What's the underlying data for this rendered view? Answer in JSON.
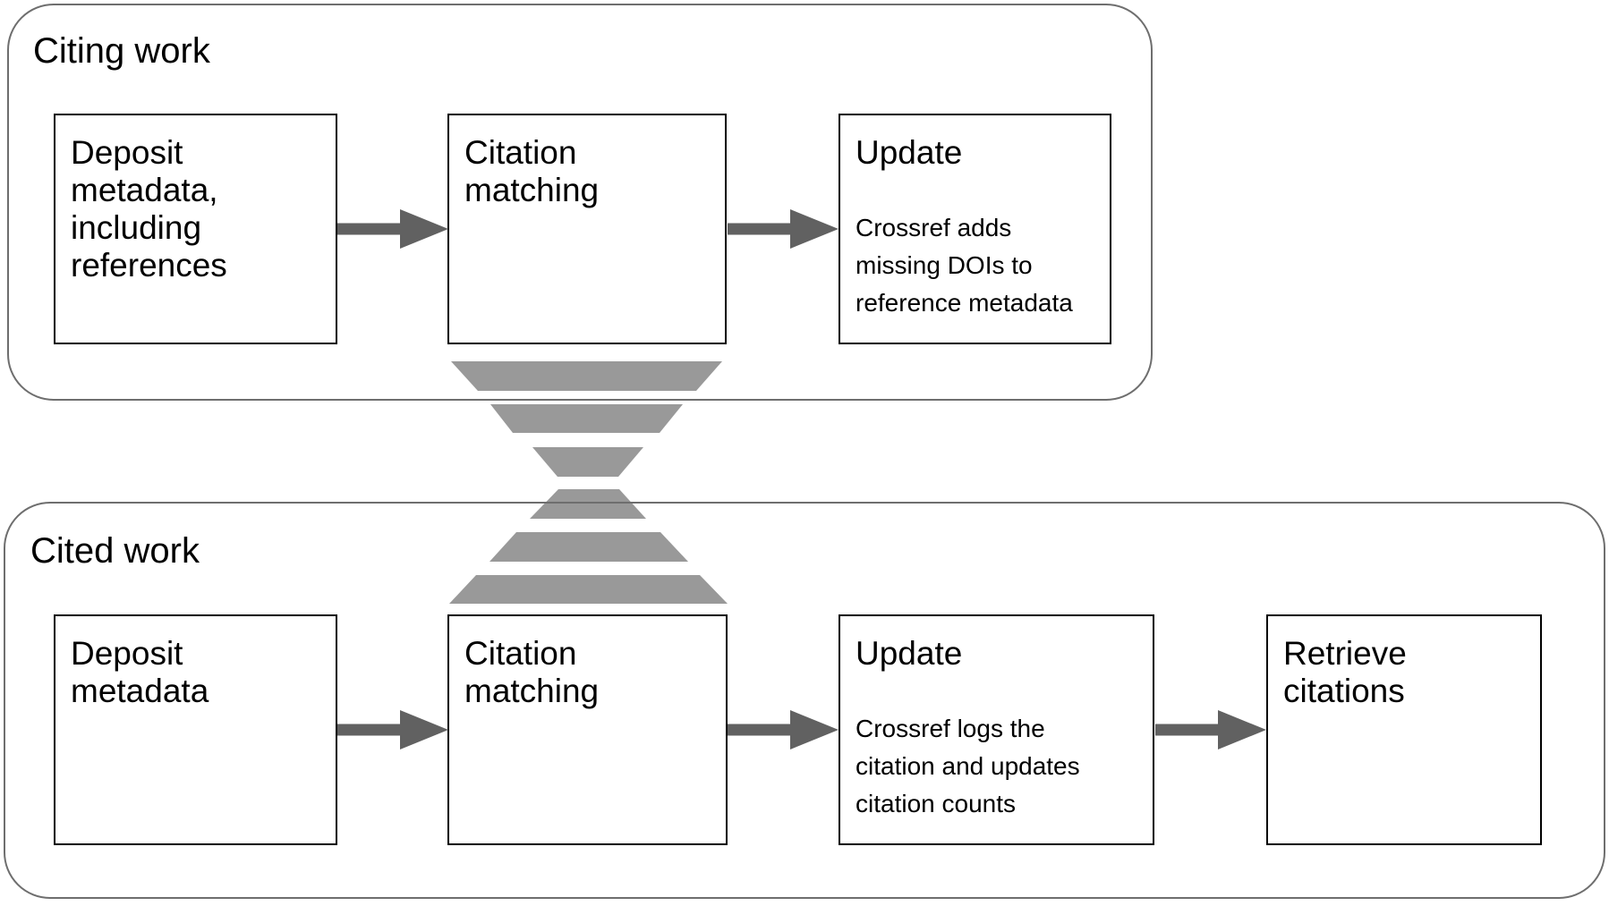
{
  "colors": {
    "background": "#ffffff",
    "box_border": "#000000",
    "container_border": "#6e6e6e",
    "arrow": "#616161",
    "funnel": "#999999",
    "text": "#000000"
  },
  "sections": {
    "citing": {
      "label": "Citing work",
      "boxes": {
        "deposit": {
          "title": "Deposit metadata, including references"
        },
        "matching": {
          "title": "Citation matching"
        },
        "update": {
          "title": "Update",
          "body": "Crossref adds missing DOIs to reference metadata"
        }
      }
    },
    "cited": {
      "label": "Cited work",
      "boxes": {
        "deposit": {
          "title": "Deposit metadata"
        },
        "matching": {
          "title": "Citation matching"
        },
        "update": {
          "title": "Update",
          "body": "Crossref logs the citation and updates citation counts"
        },
        "retrieve": {
          "title": "Retrieve citations"
        }
      }
    }
  }
}
